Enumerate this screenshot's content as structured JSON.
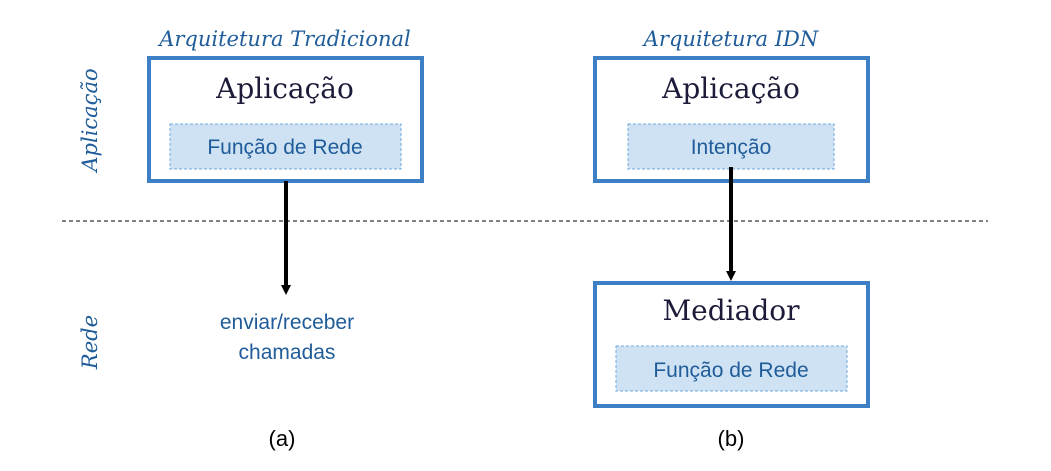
{
  "layers": {
    "top": "Aplicação",
    "bottom": "Rede"
  },
  "left": {
    "title": "Arquitetura Tradicional",
    "box_label": "Aplicação",
    "inner_label": "Função de Rede",
    "output_line1": "enviar/receber",
    "output_line2": "chamadas",
    "caption": "(a)"
  },
  "right": {
    "title": "Arquitetura IDN",
    "box_label": "Aplicação",
    "inner_label": "Intenção",
    "mediator_label": "Mediador",
    "mediator_inner_label": "Função de Rede",
    "caption": "(b)"
  },
  "colors": {
    "box_border": "#3d7fc4",
    "inner_fill": "#cfe2f3",
    "inner_border": "#6fa8dc",
    "blue_text": "#1f5c99",
    "dark_text": "#1c1c3a",
    "arrow": "#000000",
    "divider": "#000000"
  }
}
